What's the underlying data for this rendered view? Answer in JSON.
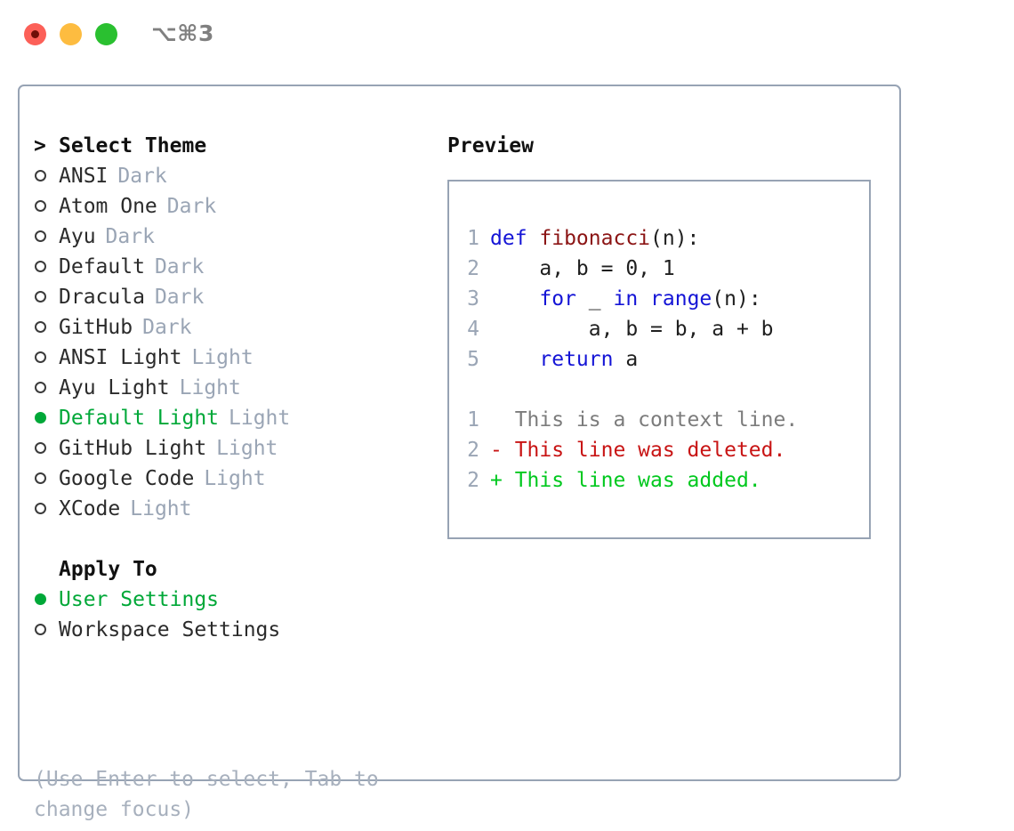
{
  "window": {
    "title": "⌥⌘3",
    "lights": [
      "close",
      "minimize",
      "maximize"
    ]
  },
  "theme_panel": {
    "header": {
      "caret": ">",
      "title": "Select Theme"
    },
    "items": [
      {
        "marker": "o",
        "label": "ANSI",
        "mode": "Dark",
        "selected": false
      },
      {
        "marker": "o",
        "label": "Atom One",
        "mode": "Dark",
        "selected": false
      },
      {
        "marker": "o",
        "label": "Ayu",
        "mode": "Dark",
        "selected": false
      },
      {
        "marker": "o",
        "label": "Default",
        "mode": "Dark",
        "selected": false
      },
      {
        "marker": "o",
        "label": "Dracula",
        "mode": "Dark",
        "selected": false
      },
      {
        "marker": "o",
        "label": "GitHub",
        "mode": "Dark",
        "selected": false
      },
      {
        "marker": "o",
        "label": "ANSI Light",
        "mode": "Light",
        "selected": false
      },
      {
        "marker": "o",
        "label": "Ayu Light",
        "mode": "Light",
        "selected": false
      },
      {
        "marker": "●",
        "label": "Default Light",
        "mode": "Light",
        "selected": true
      },
      {
        "marker": "o",
        "label": "GitHub Light",
        "mode": "Light",
        "selected": false
      },
      {
        "marker": "o",
        "label": "Google Code",
        "mode": "Light",
        "selected": false
      },
      {
        "marker": "o",
        "label": "XCode",
        "mode": "Light",
        "selected": false
      }
    ],
    "apply_to": {
      "title": "Apply To",
      "options": [
        {
          "marker": "●",
          "label": "User Settings",
          "selected": true
        },
        {
          "marker": "o",
          "label": "Workspace Settings",
          "selected": false
        }
      ]
    },
    "hint": "(Use Enter to select, Tab to change focus)"
  },
  "preview": {
    "title": "Preview",
    "code_lines": [
      {
        "number": "1",
        "tokens": [
          {
            "t": "def ",
            "c": "kw"
          },
          {
            "t": "fibonacci",
            "c": "fn"
          },
          {
            "t": "(n):",
            "c": "code-txt"
          }
        ]
      },
      {
        "number": "2",
        "tokens": [
          {
            "t": "    a, b = 0, 1",
            "c": "code-txt"
          }
        ]
      },
      {
        "number": "3",
        "tokens": [
          {
            "t": "    ",
            "c": "code-txt"
          },
          {
            "t": "for",
            "c": "kw"
          },
          {
            "t": " _ ",
            "c": "code-txt"
          },
          {
            "t": "in",
            "c": "kw"
          },
          {
            "t": " ",
            "c": "code-txt"
          },
          {
            "t": "range",
            "c": "kw"
          },
          {
            "t": "(n):",
            "c": "code-txt"
          }
        ]
      },
      {
        "number": "4",
        "tokens": [
          {
            "t": "        a, b = b, a + b",
            "c": "code-txt"
          }
        ]
      },
      {
        "number": "5",
        "tokens": [
          {
            "t": "    ",
            "c": "code-txt"
          },
          {
            "t": "return",
            "c": "kw"
          },
          {
            "t": " a",
            "c": "code-txt"
          }
        ]
      }
    ],
    "diff_lines": [
      {
        "number": "1",
        "text": "  This is a context line.",
        "kind": "ctx"
      },
      {
        "number": "2",
        "text": "- This line was deleted.",
        "kind": "del"
      },
      {
        "number": "2",
        "text": "+ This line was added.",
        "kind": "add"
      }
    ]
  },
  "colors": {
    "selected_green": "#00a838",
    "muted": "#9aa5b5",
    "border": "#97a3b4",
    "keyword_blue": "#1414d6",
    "function_red": "#8b1414",
    "diff_add": "#00c81e",
    "diff_del": "#c81414"
  }
}
